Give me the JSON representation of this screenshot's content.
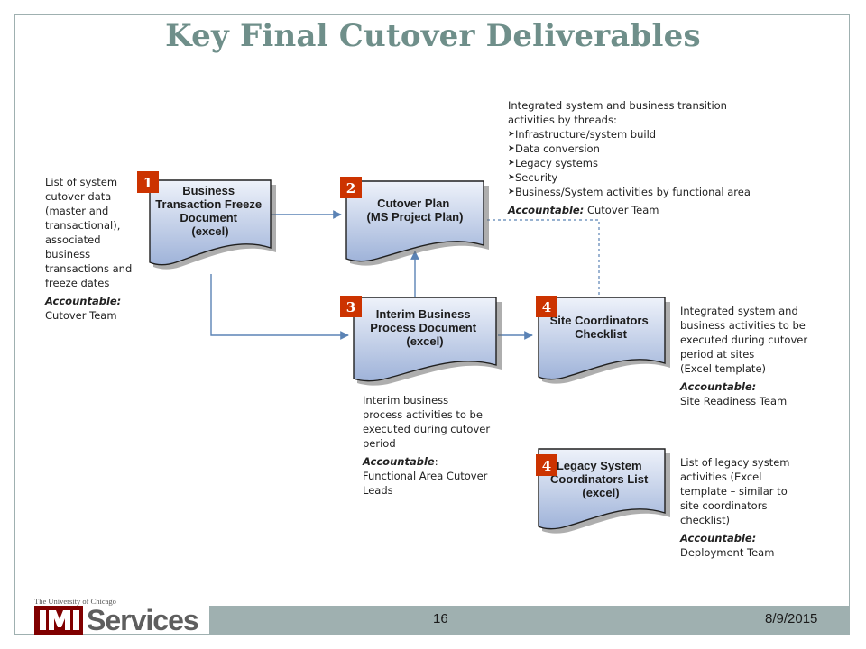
{
  "slide": {
    "title": "Key Final Cutover Deliverables",
    "page_number": "16",
    "date": "8/9/2015"
  },
  "logo": {
    "university": "The University of Chicago",
    "it": "IT",
    "services": "Services"
  },
  "documents": [
    {
      "badge": "1",
      "lines": [
        "Business",
        "Transaction Freeze",
        "Document",
        "(excel)"
      ]
    },
    {
      "badge": "2",
      "lines": [
        "Cutover Plan",
        "(MS Project Plan)"
      ]
    },
    {
      "badge": "3",
      "lines": [
        "Interim Business",
        "Process Document",
        "(excel)"
      ]
    },
    {
      "badge": "4",
      "lines": [
        "Site Coordinators",
        "Checklist"
      ]
    },
    {
      "badge": "4",
      "lines": [
        "Legacy System",
        "Coordinators List",
        "(excel)"
      ]
    }
  ],
  "notes": {
    "freeze": {
      "description": [
        "List of system",
        "cutover data",
        "(master and",
        "transactional),",
        "associated",
        "business",
        "transactions and",
        "freeze dates"
      ],
      "accountable_label": "Accountable:",
      "accountable_value": "Cutover Team"
    },
    "cutover_plan": {
      "intro": [
        "Integrated system and business transition",
        "activities by threads:"
      ],
      "threads": [
        "Infrastructure/system build",
        "Data conversion",
        "Legacy systems",
        "Security",
        "Business/System activities by functional area"
      ],
      "accountable_label": "Accountable:",
      "accountable_value": "Cutover Team"
    },
    "site_checklist": {
      "description": [
        "Integrated system and",
        "business activities to be",
        "executed during cutover",
        "period at sites",
        "(Excel template)"
      ],
      "accountable_label": "Accountable:",
      "accountable_value": "Site Readiness Team"
    },
    "interim": {
      "description": [
        "Interim business",
        "process activities to be",
        "executed during cutover",
        "period"
      ],
      "accountable_label": "Accountable",
      "accountable_suffix": ":",
      "accountable_value_lines": [
        "Functional Area Cutover",
        "Leads"
      ]
    },
    "legacy": {
      "description": [
        "List of legacy system",
        "activities (Excel",
        "template – similar to",
        "site coordinators",
        "checklist)"
      ],
      "accountable_label": "Accountable:",
      "accountable_value": "Deployment Team"
    }
  },
  "colors": {
    "title": "#6f8f8a",
    "badge_fill": "#cc3300",
    "badge_text": "#ffffff",
    "doc_fill_top": "#eef2fa",
    "doc_fill_bottom": "#9fb3d9",
    "doc_stroke": "#1f1f1f",
    "arrow": "#5b83b5",
    "footer": "#9fb0b0"
  }
}
